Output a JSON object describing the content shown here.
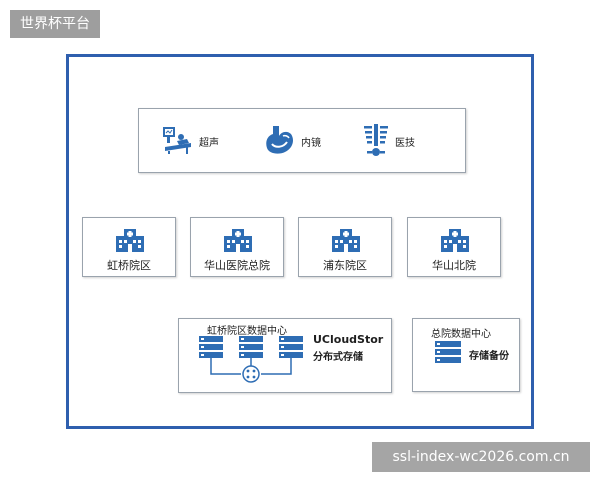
{
  "watermark_top": "世界杯平台",
  "watermark_bottom": "ssl-index-wc2026.com.cn",
  "modalities": [
    {
      "label": "超声",
      "icon": "ultrasound-icon"
    },
    {
      "label": "内镜",
      "icon": "endoscope-stomach-icon"
    },
    {
      "label": "医技",
      "icon": "spine-icon"
    }
  ],
  "hospitals": [
    {
      "label": "虹桥院区"
    },
    {
      "label": "华山医院总院"
    },
    {
      "label": "浦东院区"
    },
    {
      "label": "华山北院"
    }
  ],
  "datacenter": {
    "title": "虹桥院区数据中心",
    "product": "UCloudStor",
    "product_sub": "分布式存储"
  },
  "backup": {
    "title": "总院数据中心",
    "label": "存储备份"
  },
  "colors": {
    "frame": "#2f5fae",
    "line": "#3a5fa8",
    "accent": "#d9534f",
    "icon_blue": "#2e6db4"
  }
}
